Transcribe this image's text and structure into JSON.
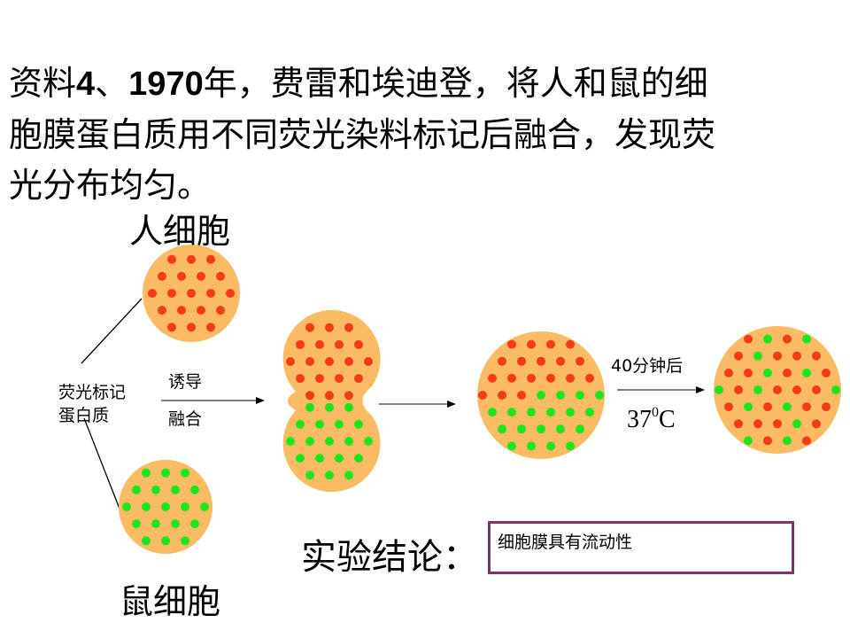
{
  "intro": {
    "prefix": "资料",
    "num1": "4",
    "sep": "、",
    "year": "1970",
    "line1_rest": "年，费雷和埃迪登，将人和鼠的细",
    "line2": "胞膜蛋白质用不同荧光染料标记后融合，发现荧",
    "line3": "光分布均匀。"
  },
  "labels": {
    "human_cell": "人细胞",
    "mouse_cell": "鼠细胞",
    "fluor_line1": "荧光标记",
    "fluor_line2": "蛋白质",
    "induce": "诱导",
    "fuse": "融合",
    "time": "40分钟后",
    "temp_base": "37",
    "temp_sup": "0",
    "temp_unit": "C"
  },
  "conclusion": {
    "label": "实验结论：",
    "answer": "细胞膜具有流动性"
  },
  "colors": {
    "cell_fill": "#fbbb64",
    "human_protein": "#f53a19",
    "mouse_protein": "#1de51d",
    "answer_border": "#7d3566",
    "arrow": "#000000"
  }
}
